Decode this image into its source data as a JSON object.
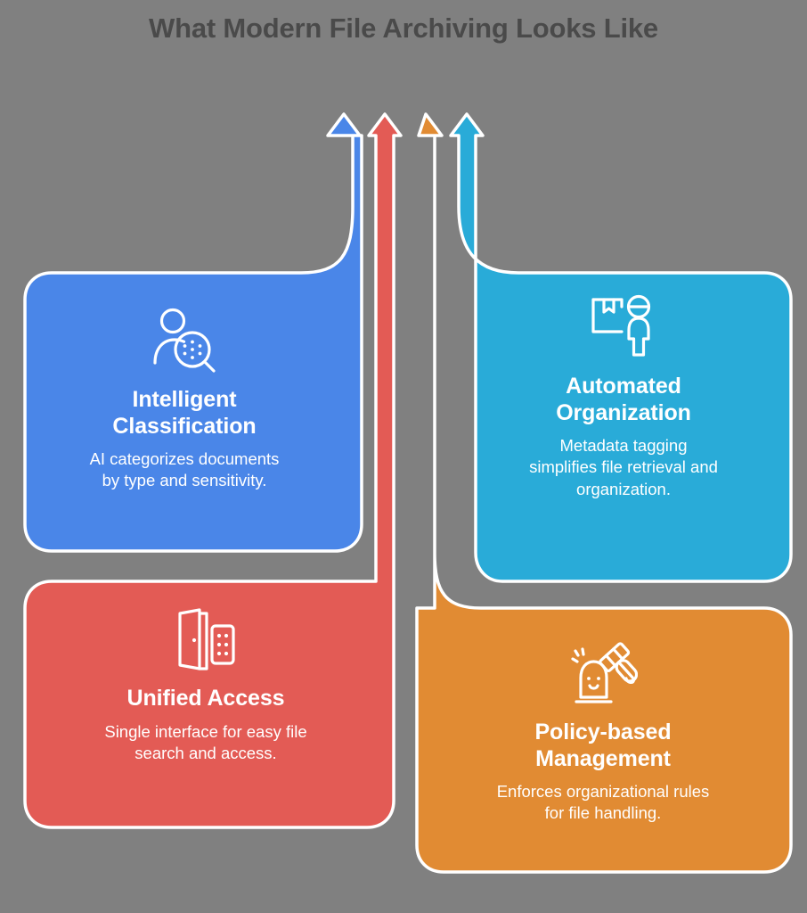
{
  "page": {
    "title": "What Modern File Archiving Looks Like",
    "background_color": "#808080",
    "title_color": "#4a4a4a"
  },
  "arrows": [
    {
      "name": "arrow-intelligent-classification",
      "color": "#4a86e8"
    },
    {
      "name": "arrow-unified-access",
      "color": "#e35b55"
    },
    {
      "name": "arrow-policy-based-management",
      "color": "#e18b33"
    },
    {
      "name": "arrow-automated-organization",
      "color": "#29abd8"
    }
  ],
  "cards": [
    {
      "id": "intelligent-classification",
      "title": "Intelligent Classification",
      "title_line1": "Intelligent",
      "title_line2": "Classification",
      "description": "AI categorizes documents by type and sensitivity.",
      "desc_line1": "AI categorizes documents",
      "desc_line2": "by type and sensitivity.",
      "color": "#4a86e8",
      "icon": "person-magnifier-icon"
    },
    {
      "id": "automated-organization",
      "title": "Automated Organization",
      "title_line1": "Automated",
      "title_line2": "Organization",
      "description": "Metadata tagging simplifies file retrieval and organization.",
      "desc_line1": "Metadata tagging",
      "desc_line2": "simplifies file retrieval and",
      "desc_line3": "organization.",
      "color": "#29abd8",
      "icon": "package-worker-icon"
    },
    {
      "id": "unified-access",
      "title": "Unified Access",
      "title_line1": "Unified Access",
      "title_line2": "",
      "description": "Single interface for easy file search and access.",
      "desc_line1": "Single interface for easy file",
      "desc_line2": "search and access.",
      "color": "#e35b55",
      "icon": "open-door-keypad-icon"
    },
    {
      "id": "policy-based-management",
      "title": "Policy-based Management",
      "title_line1": "Policy-based",
      "title_line2": "Management",
      "description": "Enforces organizational rules for file handling.",
      "desc_line1": "Enforces organizational rules",
      "desc_line2": "for file handling.",
      "color": "#e18b33",
      "icon": "gavel-icon"
    }
  ]
}
